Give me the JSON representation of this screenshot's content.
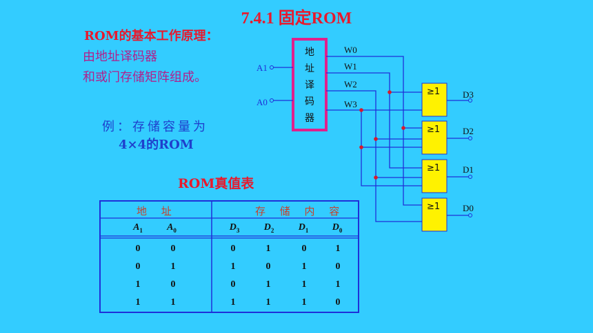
{
  "title": "7.4.1  固定ROM",
  "subtitle": "ROM的基本工作原理：",
  "desc_line1": "由地址译码器",
  "desc_line2": "和或门存储矩阵组成。",
  "example_line1": "例：存储容量为",
  "example_line2": "4×4的ROM",
  "truth_table_title": "ROM真值表",
  "decoder_label": [
    "地",
    "址",
    "译",
    "码",
    "器"
  ],
  "inputs": [
    "A1",
    "A0"
  ],
  "word_lines": [
    "W0",
    "W1",
    "W2",
    "W3"
  ],
  "or_gate_label": "≥1",
  "outputs": [
    "D3",
    "D2",
    "D1",
    "D0"
  ],
  "table": {
    "group_address": "地 址",
    "group_content": "存 储 内 容",
    "address_cols": [
      "A1",
      "A0"
    ],
    "data_cols": [
      "D3",
      "D2",
      "D1",
      "D0"
    ],
    "rows": [
      [
        "0",
        "0",
        "0",
        "1",
        "0",
        "1"
      ],
      [
        "0",
        "1",
        "1",
        "0",
        "1",
        "0"
      ],
      [
        "1",
        "0",
        "0",
        "1",
        "1",
        "1"
      ],
      [
        "1",
        "1",
        "1",
        "1",
        "1",
        "0"
      ]
    ]
  },
  "colors": {
    "background": "#33CCFF",
    "title": "#E8192C",
    "wire": "#1F2FD8",
    "decoder_border": "#E0208C",
    "gate_fill": "#FFF200"
  }
}
